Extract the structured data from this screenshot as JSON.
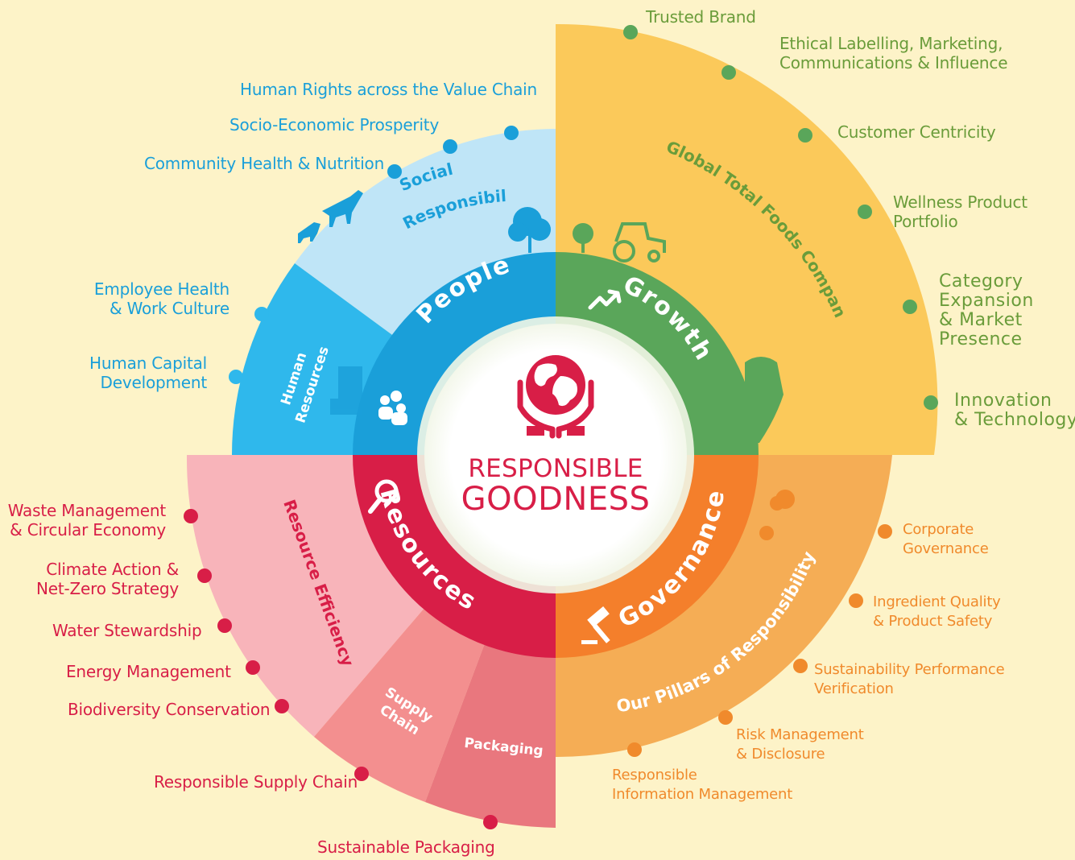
{
  "center": {
    "line1": "RESPONSIBLE",
    "line2": "GOODNESS",
    "icon": "globe-in-hands-icon"
  },
  "pillars": {
    "people": "People",
    "growth": "Growth",
    "governance": "Governance",
    "resources": "Resources"
  },
  "sectors": {
    "social_1": "Social",
    "social_2": "Responsibility",
    "hr_1": "Human",
    "hr_2": "Resources",
    "global_total_foods": "Global Total Foods Company",
    "our_pillars": "Our Pillars of Responsibility",
    "resource_efficiency": "Resource Efficiency",
    "supply_1": "Supply",
    "supply_2": "Chain",
    "packaging": "Packaging"
  },
  "labels": {
    "people": {
      "human_rights": "Human Rights across the Value Chain",
      "socio_economic": "Socio-Economic Prosperity",
      "community_health": "Community Health & Nutrition",
      "employee_health_1": "Employee Health",
      "employee_health_2": "& Work Culture",
      "human_capital_1": "Human Capital",
      "human_capital_2": "Development"
    },
    "growth": {
      "trusted_brand": "Trusted Brand",
      "ethical_1": "Ethical Labelling, Marketing,",
      "ethical_2": "Communications & Influence",
      "customer_centricity": "Customer Centricity",
      "wellness_1": "Wellness Product",
      "wellness_2": "Portfolio",
      "category_1": "Category",
      "category_2": "Expansion",
      "category_3": "& Market",
      "category_4": "Presence",
      "innovation_1": "Innovation",
      "innovation_2": "& Technology"
    },
    "governance": {
      "corporate_1": "Corporate",
      "corporate_2": "Governance",
      "ingredient_1": "Ingredient Quality",
      "ingredient_2": "& Product Safety",
      "sustainability_1": "Sustainability Performance",
      "sustainability_2": "Verification",
      "risk_1": "Risk Management",
      "risk_2": "& Disclosure",
      "info_1": "Responsible",
      "info_2": "Information Management"
    },
    "resources": {
      "waste_1": "Waste Management",
      "waste_2": "& Circular Economy",
      "climate_1": "Climate Action &",
      "climate_2": "Net-Zero Strategy",
      "water": "Water Stewardship",
      "energy": "Energy Management",
      "biodiversity": "Biodiversity Conservation",
      "supply_chain": "Responsible Supply Chain",
      "packaging": "Sustainable Packaging"
    }
  },
  "colors": {
    "background": "#fdf3c8",
    "people": "#1a9fd9",
    "people_light": "#bfe5f7",
    "people_mid": "#2fb8ec",
    "growth": "#5aa65a",
    "growth_outer": "#fbc95a",
    "governance": "#f47f2b",
    "governance_outer": "#f5ad55",
    "resources": "#d81e47",
    "resources_light": "#f8b4ba",
    "resources_mid": "#f38f8f",
    "resources_dark": "#e9777e"
  }
}
